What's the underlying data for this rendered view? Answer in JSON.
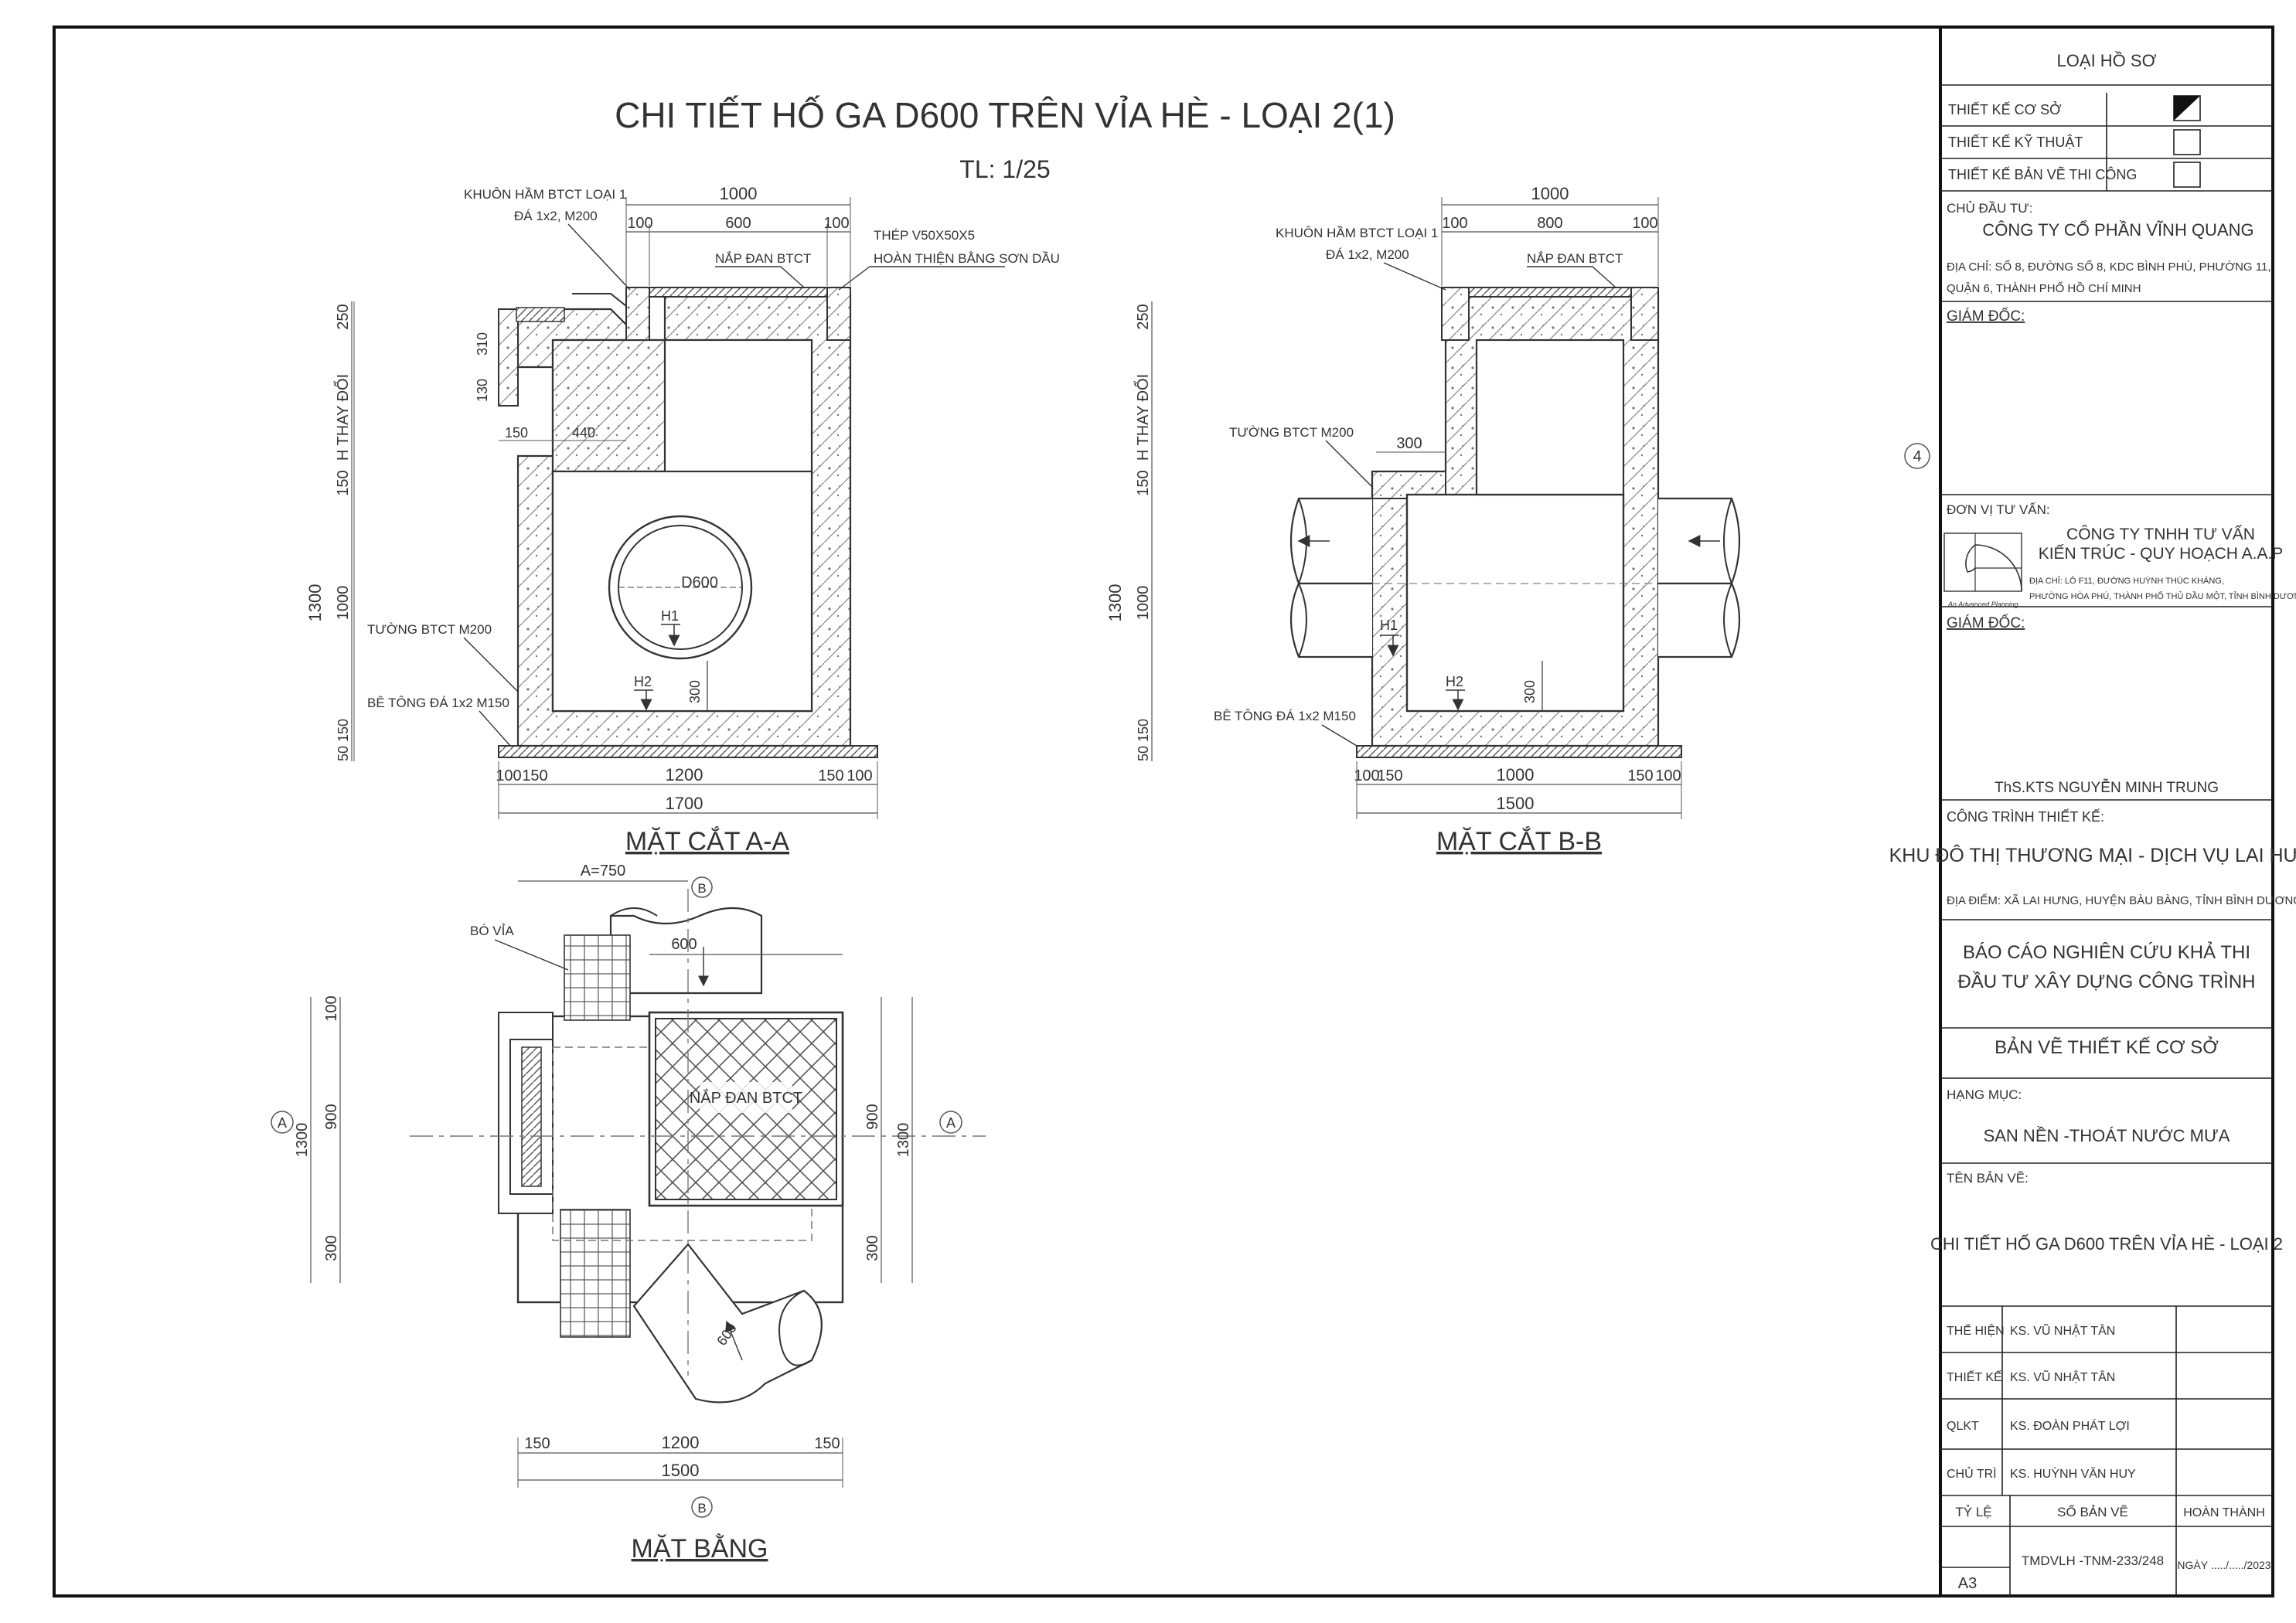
{
  "drawing": {
    "title": "CHI TIẾT HỐ GA D600 TRÊN VỈA HÈ - LOẠI 2(1)",
    "scale": "TL: 1/25",
    "grid_ref": "4",
    "section_aa": {
      "caption": "MẶT CẮT A-A",
      "label_khuon_ham": "KHUÔN HẦM BTCT LOẠI 1",
      "label_da": "ĐÁ 1x2, M200",
      "label_nap_dan": "NẮP ĐAN BTCT",
      "label_thep": "THÉP V50X50X5",
      "label_hoan_thien": "HOÀN THIỆN BẰNG SƠN DẦU",
      "label_tuong": "TƯỜNG BTCT M200",
      "label_be_tong": "BÊ TÔNG ĐÁ 1x2 M150",
      "label_pipe": "D600",
      "label_h1": "H1",
      "label_h2": "H2",
      "label_h_thay_doi": "H THAY ĐỔI",
      "dims_top": [
        "1000",
        "100",
        "600",
        "100"
      ],
      "dims_bottom": [
        "100",
        "150",
        "1200",
        "150",
        "100",
        "1700"
      ],
      "dims_left": [
        "250",
        "310",
        "130",
        "150",
        "1000",
        "1300",
        "50",
        "150"
      ],
      "dims_inner": [
        "150",
        "440",
        "300"
      ]
    },
    "section_bb": {
      "caption": "MẶT CẮT B-B",
      "label_khuon_ham": "KHUÔN HẦM BTCT LOẠI 1",
      "label_da": "ĐÁ 1x2, M200",
      "label_nap_dan": "NẮP ĐAN BTCT",
      "label_tuong": "TƯỜNG BTCT M200",
      "label_be_tong": "BÊ TÔNG ĐÁ 1x2 M150",
      "label_h1": "H1",
      "label_h2": "H2",
      "label_h_thay_doi": "H THAY ĐỔI",
      "dims_top": [
        "1000",
        "100",
        "800",
        "100"
      ],
      "dims_bottom": [
        "100",
        "150",
        "1000",
        "150",
        "100",
        "1500"
      ],
      "dims_left": [
        "250",
        "150",
        "1000",
        "1300",
        "50",
        "150"
      ],
      "dims_inner": [
        "300",
        "300"
      ]
    },
    "plan": {
      "caption": "MẶT BẰNG",
      "label_bo_via": "BÓ VỈA",
      "label_nap_dan": "NẮP ĐAN BTCT",
      "label_a750": "A=750",
      "marker_a": "A",
      "marker_b": "B",
      "dims_top": [
        "600"
      ],
      "dims_diag": [
        "600"
      ],
      "dims_left": [
        "100",
        "900",
        "1300",
        "300"
      ],
      "dims_right": [
        "900",
        "1300",
        "300"
      ],
      "dims_bottom": [
        "150",
        "1200",
        "150",
        "1500"
      ]
    }
  },
  "title_block": {
    "loai_ho_so": "LOẠI HỒ SƠ",
    "rows": [
      {
        "label": "THIẾT KẾ CƠ SỞ",
        "checked": true
      },
      {
        "label": "THIẾT KẾ KỸ THUẬT",
        "checked": false
      },
      {
        "label": "THIẾT KẾ BẢN VẼ THI CÔNG",
        "checked": false
      }
    ],
    "chu_dau_tu_label": "CHỦ ĐẦU TƯ:",
    "chu_dau_tu": "CÔNG TY CỔ PHẦN VĨNH QUANG",
    "dia_chi_1": "ĐỊA CHỈ: SỐ 8, ĐƯỜNG SỐ 8, KDC BÌNH PHÚ, PHƯỜNG 11,",
    "dia_chi_2": "QUẬN 6, THÀNH PHỐ HỒ CHÍ MINH",
    "giam_doc_1": "GIÁM ĐỐC:",
    "don_vi_tu_van_label": "ĐƠN VỊ TƯ VẤN:",
    "tu_van_name_1": "CÔNG TY TNHH TƯ VẤN",
    "tu_van_name_2": "KIẾN TRÚC - QUY HOẠCH A.A.P",
    "tu_van_addr_1": "ĐỊA CHỈ: LÔ F11, ĐƯỜNG HUỲNH THÚC KHÁNG,",
    "tu_van_addr_2": "PHƯỜNG HÒA PHÚ, THÀNH PHỐ THỦ DẦU MỘT, TỈNH BÌNH DƯƠNG",
    "logo_caption": "An Advanced Planning",
    "giam_doc_2": "GIÁM ĐỐC:",
    "signer": "ThS.KTS NGUYỄN MINH TRUNG",
    "cong_trinh_label": "CÔNG TRÌNH THIẾT KẾ:",
    "cong_trinh": "KHU ĐÔ THỊ THƯƠNG MẠI - DỊCH VỤ LAI HƯNG",
    "dia_diem": "ĐỊA ĐIỂM: XÃ LAI HƯNG, HUYỆN BÀU BÀNG, TỈNH BÌNH DƯƠNG",
    "bao_cao_1": "BÁO CÁO NGHIÊN CỨU KHẢ THI",
    "bao_cao_2": "ĐẦU TƯ XÂY DỰNG CÔNG TRÌNH",
    "ban_ve_tk": "BẢN VẼ THIẾT KẾ CƠ SỞ",
    "hang_muc_label": "HẠNG MỤC:",
    "hang_muc": "SAN NỀN -THOÁT NƯỚC MƯA",
    "ten_ban_ve_label": "TÊN BẢN VẼ:",
    "ten_ban_ve": "CHI TIẾT HỐ GA D600 TRÊN VỈA HÈ - LOẠI 2",
    "people": [
      {
        "role": "THỂ HIỆN",
        "name": "KS. VŨ NHẬT TÂN"
      },
      {
        "role": "THIẾT KẾ",
        "name": "KS. VŨ NHẬT TÂN"
      },
      {
        "role": "QLKT",
        "name": "KS. ĐOÀN PHÁT LỢI"
      },
      {
        "role": "CHỦ TRÌ",
        "name": "KS. HUỲNH VĂN HUY"
      }
    ],
    "ty_le_label": "TỶ LỆ",
    "so_ban_ve_label": "SỐ BẢN VẼ",
    "hoan_thanh_label": "HOÀN THÀNH",
    "so_ban_ve": "TMDVLH -TNM-233/248",
    "ngay": "NGÀY ...../...../2023",
    "kho_giay": "A3"
  }
}
